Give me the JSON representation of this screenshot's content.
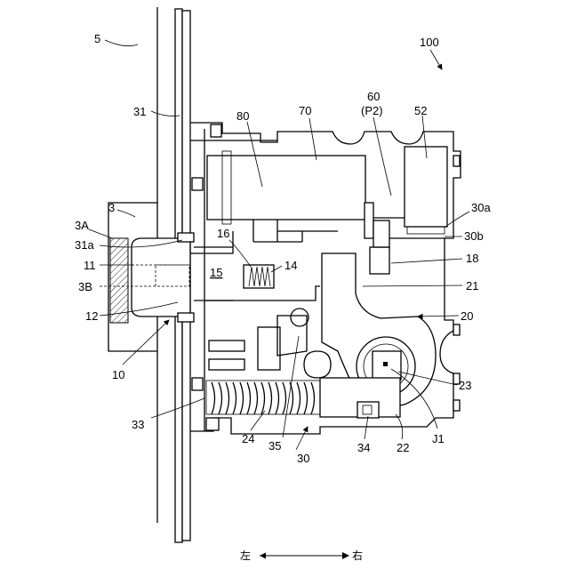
{
  "figure": {
    "labels": {
      "l5": "5",
      "l100": "100",
      "l31": "31",
      "l80": "80",
      "l70": "70",
      "l60": "60",
      "lP2": "(P2)",
      "l52": "52",
      "l3": "3",
      "l3A": "3A",
      "l31a": "31a",
      "l11": "11",
      "l3B": "3B",
      "l12": "12",
      "l10": "10",
      "l16": "16",
      "l15": "15",
      "l14": "14",
      "l30a": "30a",
      "l30b": "30b",
      "l18": "18",
      "l21": "21",
      "l20": "20",
      "l23": "23",
      "l33": "33",
      "l24": "24",
      "l35": "35",
      "l30": "30",
      "l34": "34",
      "l22": "22",
      "lJ1": "J1"
    },
    "direction": {
      "left": "左",
      "right": "右"
    }
  }
}
